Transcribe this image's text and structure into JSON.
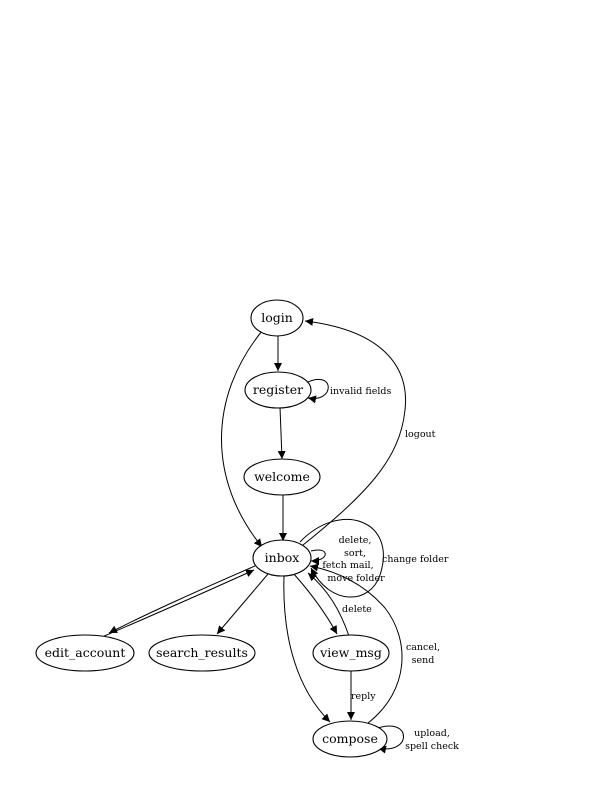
{
  "nodes": {
    "login": "login",
    "register": "register",
    "welcome": "welcome",
    "inbox": "inbox",
    "edit_account": "edit_account",
    "search_results": "search_results",
    "view_msg": "view_msg",
    "compose": "compose"
  },
  "edges": {
    "login_register": {
      "from": "login",
      "to": "register",
      "label": []
    },
    "login_inbox": {
      "from": "login",
      "to": "inbox",
      "label": []
    },
    "register_self": {
      "from": "register",
      "to": "register",
      "label": [
        "invalid fields"
      ]
    },
    "register_welcome": {
      "from": "register",
      "to": "welcome",
      "label": []
    },
    "welcome_inbox": {
      "from": "welcome",
      "to": "inbox",
      "label": []
    },
    "inbox_login": {
      "from": "inbox",
      "to": "login",
      "label": [
        "logout"
      ]
    },
    "inbox_self_small": {
      "from": "inbox",
      "to": "inbox",
      "label": [
        "delete,",
        "sort,",
        "fetch mail,",
        "move folder"
      ]
    },
    "inbox_self_big": {
      "from": "inbox",
      "to": "inbox",
      "label": [
        "change folder"
      ]
    },
    "inbox_edit_account": {
      "from": "inbox",
      "to": "edit_account",
      "label": []
    },
    "edit_account_inbox": {
      "from": "edit_account",
      "to": "inbox",
      "label": []
    },
    "inbox_search_results": {
      "from": "inbox",
      "to": "search_results",
      "label": []
    },
    "inbox_view_msg": {
      "from": "inbox",
      "to": "view_msg",
      "label": []
    },
    "view_msg_inbox": {
      "from": "view_msg",
      "to": "inbox",
      "label": [
        "delete"
      ]
    },
    "inbox_compose": {
      "from": "inbox",
      "to": "compose",
      "label": []
    },
    "compose_inbox": {
      "from": "compose",
      "to": "inbox",
      "label": [
        "cancel,",
        "send"
      ]
    },
    "view_msg_compose": {
      "from": "view_msg",
      "to": "compose",
      "label": [
        "reply"
      ]
    },
    "compose_self": {
      "from": "compose",
      "to": "compose",
      "label": [
        "upload,",
        "spell check"
      ]
    }
  }
}
